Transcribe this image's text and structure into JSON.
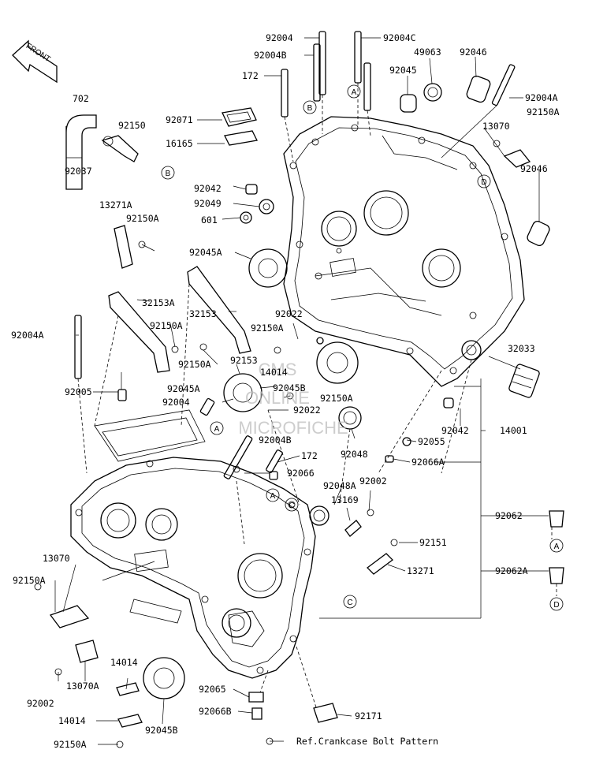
{
  "front_label": "FRONT",
  "callouts": {
    "A1": "A",
    "A2": "A",
    "A3": "A",
    "A4": "A",
    "B1": "B",
    "B2": "B",
    "C1": "C",
    "C2": "C",
    "D1": "D",
    "D2": "D"
  },
  "parts": {
    "p92004": "92004",
    "p92004C": "92004C",
    "p92004B": "92004B",
    "p49063": "49063",
    "p92046_top": "92046",
    "p172_top": "172",
    "p92045": "92045",
    "p92004A_top": "92004A",
    "p702": "702",
    "p92150": "92150",
    "p92150A_top": "92150A",
    "p92037": "92037",
    "p92071": "92071",
    "p16165": "16165",
    "p13070_top": "13070",
    "p92042_top": "92042",
    "p92049": "92049",
    "p92046_right": "92046",
    "p601": "601",
    "p13271A": "13271A",
    "p92150A_2": "92150A",
    "p92045A_1": "92045A",
    "p32153A": "32153A",
    "p32153_1": "32153",
    "p92022_1": "92022",
    "p92150A_3": "92150A",
    "p92150A_4": "92150A",
    "p92004A_left": "92004A",
    "p32033": "32033",
    "p92153": "92153",
    "p92150A_5": "92150A",
    "p14014_mid": "14014",
    "p92045A_2": "92045A",
    "p92045B_1": "92045B",
    "p92150A_6": "92150A",
    "p92005": "92005",
    "p92004_mid": "92004",
    "p92022_2": "92022",
    "p92042_right": "92042",
    "p14001": "14001",
    "p92055": "92055",
    "p92048": "92048",
    "p92004B_mid": "92004B",
    "p172_mid": "172",
    "p92066A": "92066A",
    "p92066": "92066",
    "p92048A": "92048A",
    "p92002_mid": "92002",
    "p13169": "13169",
    "p92062": "92062",
    "p92151": "92151",
    "p13070_left": "13070",
    "p92150A_left": "92150A",
    "p13271": "13271",
    "p92062A": "92062A",
    "p14014_1": "14014",
    "p13070A": "13070A",
    "p92002_left": "92002",
    "p92065": "92065",
    "p92066B": "92066B",
    "p14014_2": "14014",
    "p92171": "92171",
    "p92150A_bot": "92150A",
    "p92045B_2": "92045B"
  },
  "ref_note": "Ref.Crankcase Bolt Pattern",
  "watermark": {
    "line1": "CMS",
    "line2": "ONLINE",
    "line3": "MICROFICHE"
  }
}
